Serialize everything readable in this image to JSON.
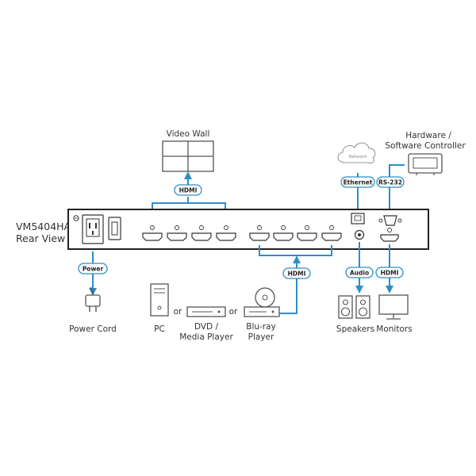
{
  "device": {
    "model": "VM5404HA",
    "view": "Rear View"
  },
  "labels": {
    "video_wall": "Video Wall",
    "controller_line1": "Hardware /",
    "controller_line2": "Software Controller",
    "network": "Network",
    "power_cord": "Power Cord",
    "pc": "PC",
    "or": "or",
    "dvd_line1": "DVD /",
    "dvd_line2": "Media Player",
    "bluray_line1": "Blu-ray",
    "bluray_line2": "Player",
    "speakers": "Speakers",
    "monitors": "Monitors"
  },
  "tags": {
    "hdmi": "HDMI",
    "ethernet": "Ethernet",
    "rs232": "RS-232",
    "power": "Power",
    "audio": "Audio"
  },
  "colors": {
    "connector": "#2d8ec7",
    "device_stroke": "#555555",
    "panel_stroke": "#222222"
  }
}
